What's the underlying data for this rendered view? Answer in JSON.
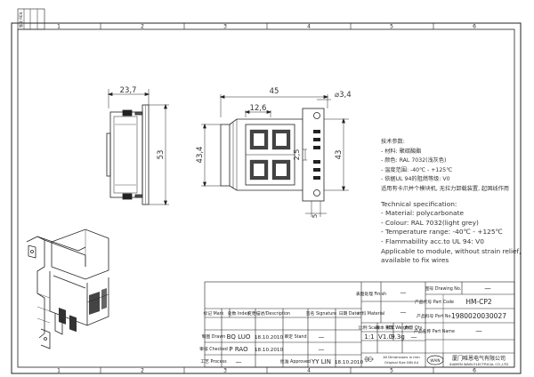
{
  "sheet": {
    "zones_top": [
      "1",
      "2",
      "3",
      "4",
      "5",
      "6"
    ],
    "zones_bottom": [
      "1",
      "2",
      "3",
      "4",
      "5",
      "6"
    ],
    "corner_label": "版次 REV."
  },
  "views": {
    "side_view": {
      "dim_width": "23,7",
      "dim_height": "53"
    },
    "front_view": {
      "dim_width": "45",
      "dim_hole": "⌀3,4",
      "dim_pitch": "12,6",
      "dim_height_left": "43,4",
      "dim_height_right": "43",
      "dim_slot": "2,5",
      "dim_edge": "5"
    }
  },
  "specs_cn": {
    "title": "技术参数:",
    "lines": [
      "- 材料: 聚碳酸酯",
      "- 颜色: RAL 7032(浅灰色)",
      "- 温度范围: -40℃ - +125℃",
      "- 依据UL 94的阻燃等级: V0",
      "适用有卡爪并个模块机, 无拉力卸载装置, 起固线作用"
    ]
  },
  "specs_en": {
    "title": "Technical specification:",
    "lines": [
      "- Material: polycarbonate",
      "- Colour: RAL 7032(light grey)",
      "- Temperature range: -40℃ - +125℃",
      "- Flammability acc.to UL 94: V0",
      "Applicable to module, without strain relief,",
      "available to fix wires"
    ]
  },
  "title_block": {
    "col_headers": {
      "mark": "标记 Mark",
      "index": "处数 Index",
      "description": "变更描述/Description",
      "signature": "签名 Signature",
      "date": "日期 Date"
    },
    "rows": [
      {
        "role": "制图 Drawn",
        "name": "BQ LUO",
        "date": "18.10.2010",
        "standard": "审定 Stand",
        "std_value": "—"
      },
      {
        "role": "审核 Checked",
        "name": "P RAO",
        "date": "18.10.2010",
        "standard": "",
        "std_value": "—"
      },
      {
        "role": "工艺 Process",
        "name": "—",
        "date": "",
        "standard": "批准 Approved",
        "std_value": "YY LIN",
        "std_date": "18.10.2010"
      }
    ],
    "finish_label": "表面处理 Finish",
    "finish_value": "—",
    "material_label": "材料 Material",
    "material_value": "—",
    "scale_label": "比例 Scale",
    "scale_value": "1:1",
    "rev_label": "版本 REV.",
    "rev_value": "V1.0",
    "weight_label": "重量 Weight",
    "weight_value": "9.3g",
    "qty_label": "数量 Qty.",
    "qty_value": "—",
    "tolerance_note_1": "All Dimensions in mm",
    "tolerance_note_2": "Original Size DIN A4",
    "drawing_no_label": "图号 Drawing No.",
    "drawing_no_value": "—",
    "part_code_label": "产品代号 Part Code",
    "part_code_value": "HM-CP2",
    "part_no_label": "产品料号 Port No.",
    "part_no_value": "1980020030027",
    "part_name_label": "产品名称 Part Name",
    "part_name_value": "—",
    "company_cn": "厦门唯恩电气有限公司",
    "company_en": "XIAMEN WAIN ELECTRICAL CO.,LTD",
    "logo_text": "WAIN"
  }
}
